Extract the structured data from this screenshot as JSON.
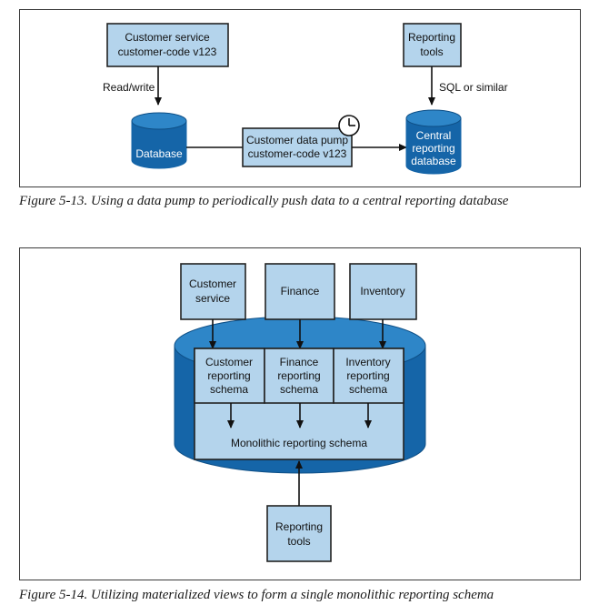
{
  "figure1": {
    "caption": "Figure 5-13. Using a data pump to periodically push data to a central reporting database",
    "customer_service_line1": "Customer service",
    "customer_service_line2": "customer-code v123",
    "read_write_label": "Read/write",
    "database_label": "Database",
    "data_pump_line1": "Customer data pump",
    "data_pump_line2": "customer-code v123",
    "reporting_tools_line1": "Reporting",
    "reporting_tools_line2": "tools",
    "sql_label": "SQL or similar",
    "central_db_line1": "Central",
    "central_db_line2": "reporting",
    "central_db_line3": "database"
  },
  "figure2": {
    "caption": "Figure 5-14. Utilizing materialized views to form a single monolithic reporting schema",
    "customer_service_line1": "Customer",
    "customer_service_line2": "service",
    "finance_label": "Finance",
    "inventory_label": "Inventory",
    "customer_schema_line1": "Customer",
    "customer_schema_line2": "reporting",
    "customer_schema_line3": "schema",
    "finance_schema_line1": "Finance",
    "finance_schema_line2": "reporting",
    "finance_schema_line3": "schema",
    "inventory_schema_line1": "Inventory",
    "inventory_schema_line2": "reporting",
    "inventory_schema_line3": "schema",
    "monolithic_label": "Monolithic reporting schema",
    "reporting_tools_line1": "Reporting",
    "reporting_tools_line2": "tools"
  },
  "colors": {
    "box_fill": "#b4d4ec",
    "db_dark": "#1565a8",
    "db_light": "#2e86c8",
    "border": "#222222"
  },
  "icons": {
    "clock": "clock-icon"
  }
}
